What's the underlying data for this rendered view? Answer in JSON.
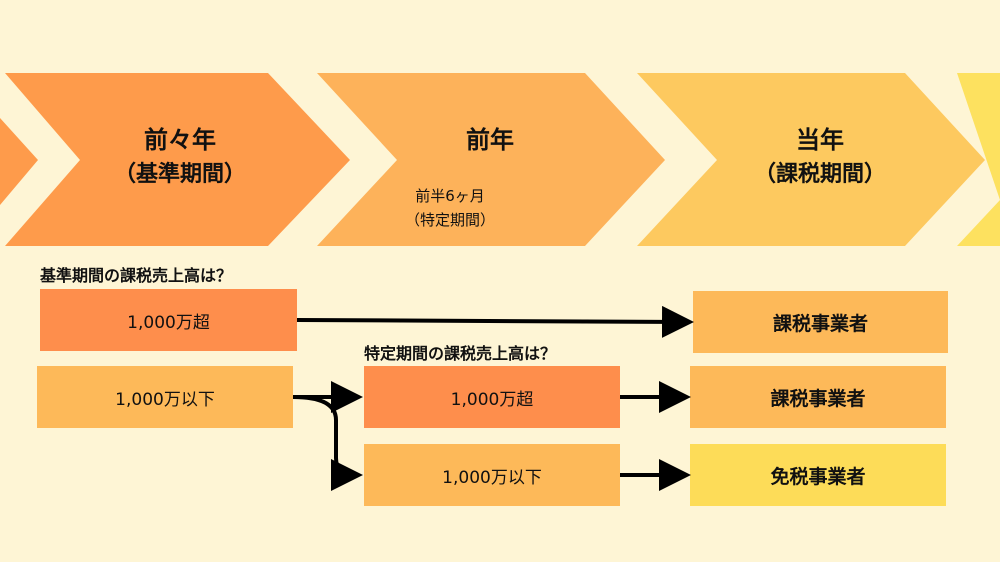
{
  "colors": {
    "background": "#fef5d5",
    "chevron_1": "#fe9b4b",
    "chevron_2": "#fdb25a",
    "chevron_3": "#fdc95f",
    "chevron_4": "#fde15f",
    "box_dark": "#fe8e4c",
    "box_mid": "#fdb959",
    "box_light": "#fddc58"
  },
  "phases": [
    {
      "title": "前々年",
      "subtitle": "（基準期間）"
    },
    {
      "title": "前年",
      "note": "前半6ヶ月",
      "note_sub": "（特定期間）"
    },
    {
      "title": "当年",
      "subtitle": "（課税期間）"
    }
  ],
  "questions": {
    "base_period": "基準期間の課税売上高は？",
    "specific_period": "特定期間の課税売上高は？"
  },
  "boxes": {
    "base_over": "1,000万超",
    "base_under": "1,000万以下",
    "specific_over": "1,000万超",
    "specific_under": "1,000万以下",
    "result_taxable_1": "課税事業者",
    "result_taxable_2": "課税事業者",
    "result_exempt": "免税事業者"
  }
}
